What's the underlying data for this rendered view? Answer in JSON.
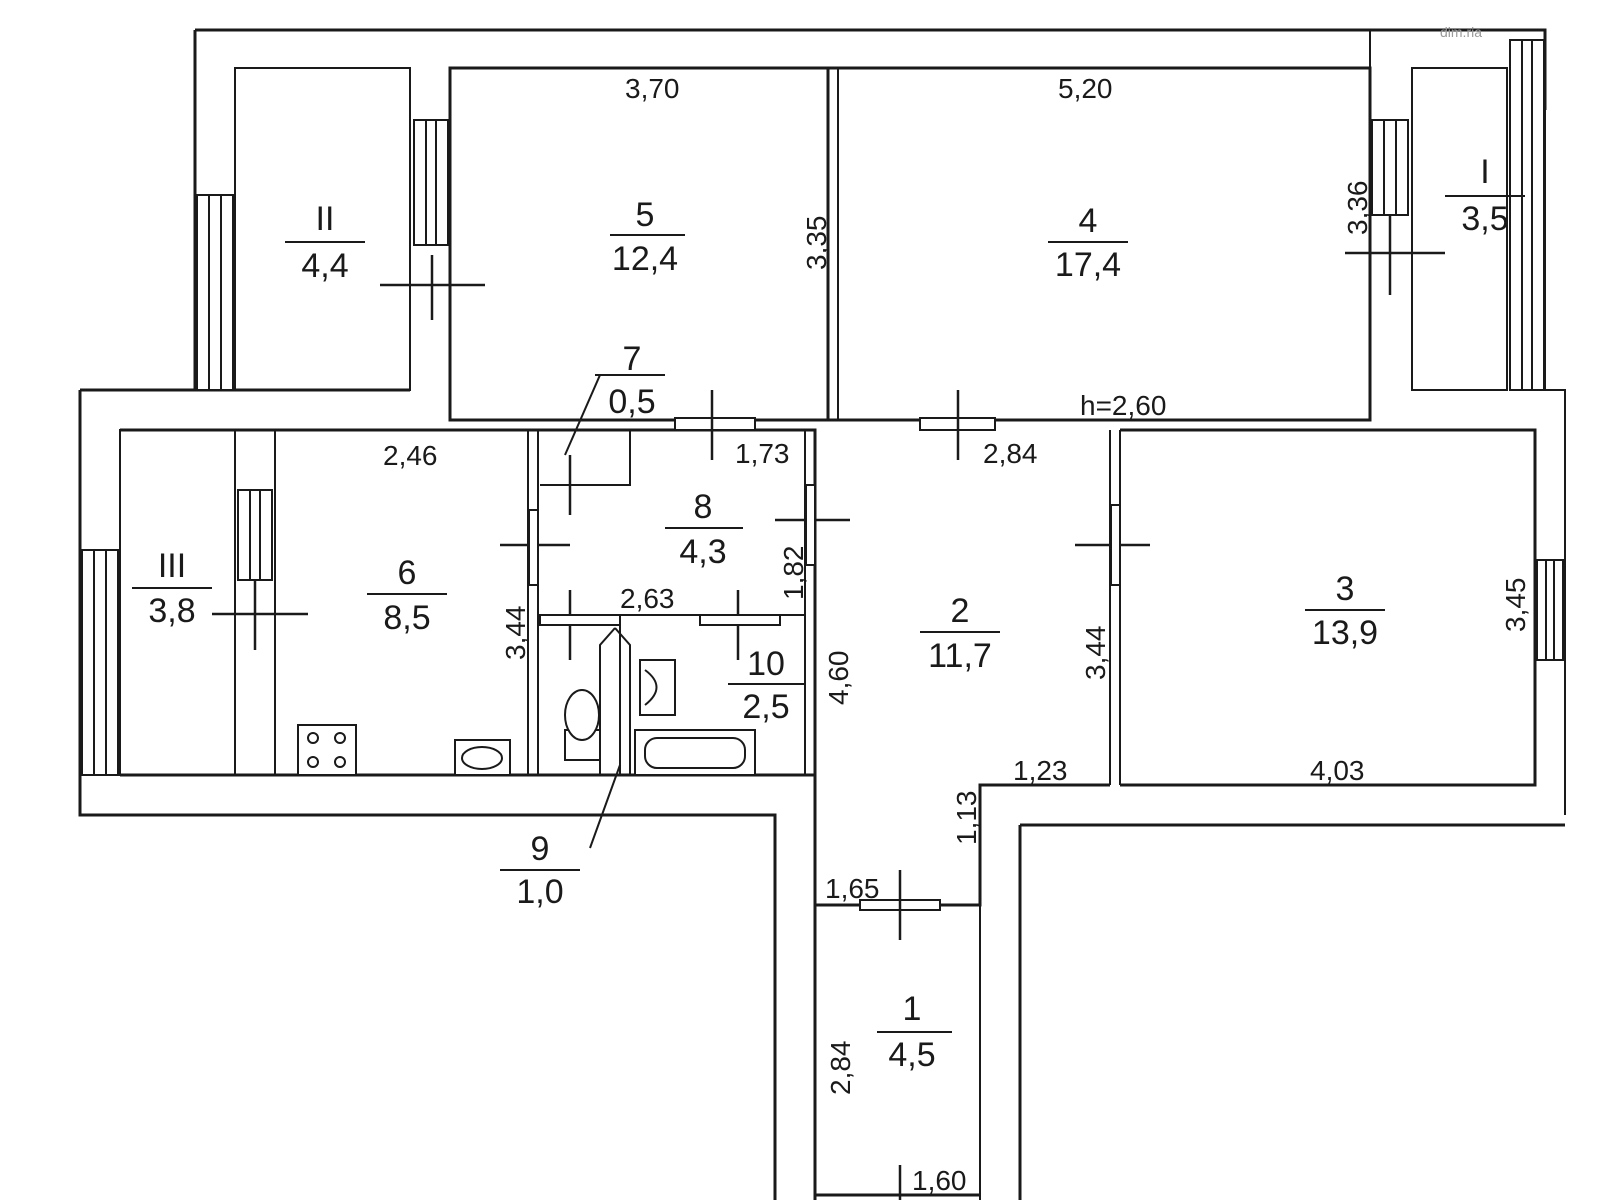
{
  "rooms": [
    {
      "id": "room-1",
      "number": "1",
      "area": "4,5"
    },
    {
      "id": "room-2",
      "number": "2",
      "area": "11,7"
    },
    {
      "id": "room-3",
      "number": "3",
      "area": "13,9"
    },
    {
      "id": "room-4",
      "number": "4",
      "area": "17,4"
    },
    {
      "id": "room-5",
      "number": "5",
      "area": "12,4"
    },
    {
      "id": "room-6",
      "number": "6",
      "area": "8,5"
    },
    {
      "id": "room-7",
      "number": "7",
      "area": "0,5"
    },
    {
      "id": "room-8",
      "number": "8",
      "area": "4,3"
    },
    {
      "id": "room-9",
      "number": "9",
      "area": "1,0"
    },
    {
      "id": "room-10",
      "number": "10",
      "area": "2,5"
    },
    {
      "id": "balcony-I",
      "number": "I",
      "area": "3,5"
    },
    {
      "id": "balcony-II",
      "number": "II",
      "area": "4,4"
    },
    {
      "id": "balcony-III",
      "number": "III",
      "area": "3,8"
    }
  ],
  "dimensions": {
    "d_3_70": "3,70",
    "d_5_20": "5,20",
    "d_3_35": "3,35",
    "d_3_36": "3,36",
    "d_h": "h=2,60",
    "d_2_46": "2,46",
    "d_1_73": "1,73",
    "d_2_84_top": "2,84",
    "d_1_82": "1,82",
    "d_2_63": "2,63",
    "d_3_44_left": "3,44",
    "d_4_60": "4,60",
    "d_3_44_right": "3,44",
    "d_3_45": "3,45",
    "d_1_23": "1,23",
    "d_4_03": "4,03",
    "d_1_13": "1,13",
    "d_1_65": "1,65",
    "d_2_84_bottom": "2,84",
    "d_1_60": "1,60"
  },
  "watermark": "dim.ria"
}
